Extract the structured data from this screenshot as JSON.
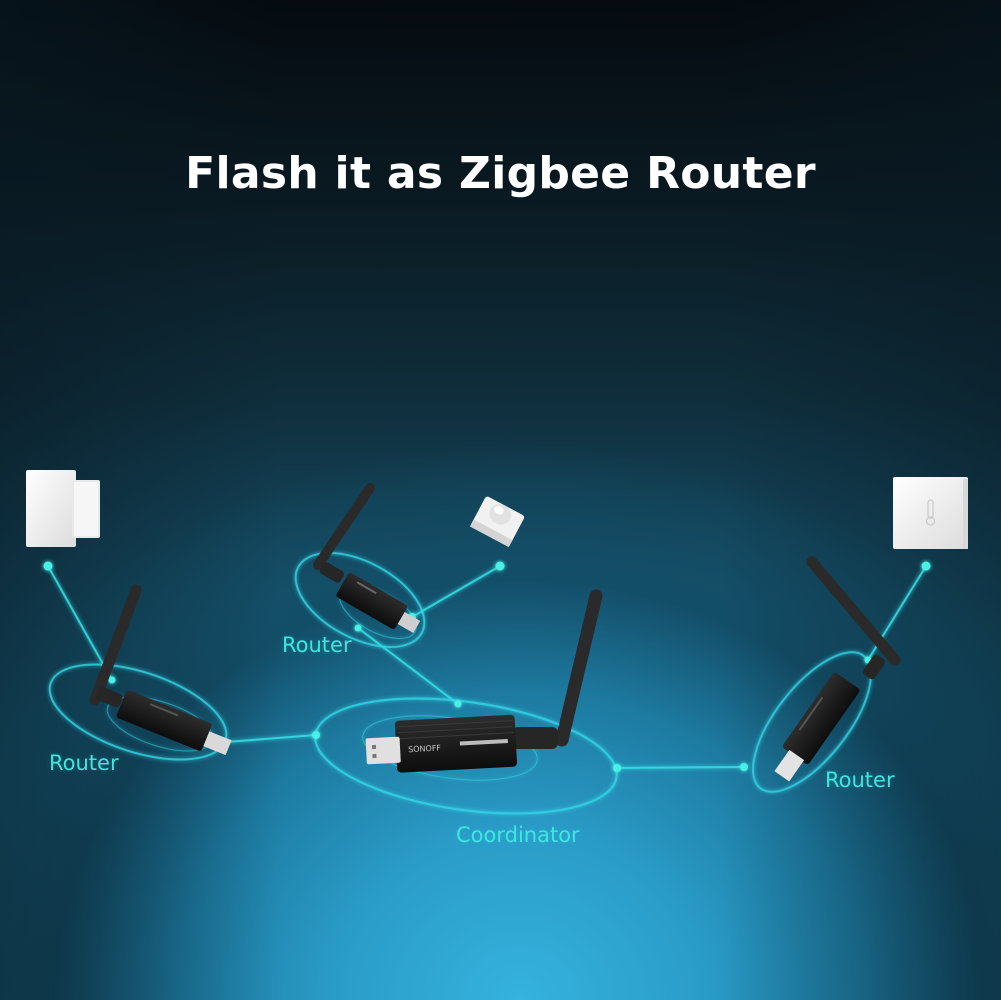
{
  "title": "Flash it as Zigbee Router",
  "colors": {
    "title": "#ffffff",
    "label": "#3ee6e0",
    "link_line": "#35e0e6",
    "background_top": "#050b10",
    "background_bottom": "#35b2de",
    "dongle_body": "#1a1a1a",
    "sensor_body": "#f2f2f2"
  },
  "nodes": {
    "coordinator": {
      "label": "Coordinator",
      "brand_text": "SONOFF"
    },
    "router_left": {
      "label": "Router"
    },
    "router_middle": {
      "label": "Router"
    },
    "router_right": {
      "label": "Router"
    }
  },
  "end_devices": {
    "door_sensor": {
      "name": "door-window-sensor"
    },
    "motion_sensor": {
      "name": "motion-sensor"
    },
    "temperature_sensor": {
      "name": "temperature-humidity-sensor"
    }
  }
}
